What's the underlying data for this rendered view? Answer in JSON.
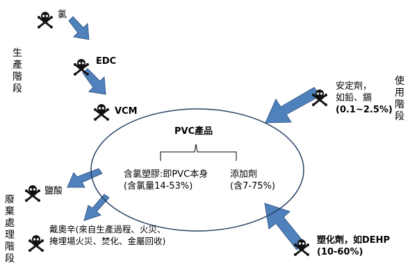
{
  "stages": {
    "production": "生產階段",
    "use": "使用階段",
    "disposal": "廢棄處理階段"
  },
  "production_items": {
    "chlorine": "氯",
    "edc": "EDC",
    "vcm": "VCM"
  },
  "center": {
    "title": "PVC產品",
    "left_line1": "含氯塑膠:即PVC本身",
    "left_line2": "(含氯量14-53%)",
    "right_line1": "添加劑",
    "right_line2": "(含7-75%)"
  },
  "use_items": {
    "stabilizer_line1": "安定劑，",
    "stabilizer_line2": "如鉛、鎘",
    "stabilizer_line3": "(0.1~2.5%)",
    "plasticizer_line1": "塑化劑，如DEHP",
    "plasticizer_line2": "(10-60%)"
  },
  "disposal_items": {
    "hcl": "鹽酸",
    "dioxin_line1": "戴奧辛(來自生產過程、火災、",
    "dioxin_line2": "掩埋場火災、焚化、金屬回收)"
  },
  "colors": {
    "arrow_fill": "#4F81BD",
    "arrow_stroke": "#385D8A",
    "ellipse_stroke": "#243F60"
  },
  "icons": [
    "skull-crossbones-icon"
  ]
}
